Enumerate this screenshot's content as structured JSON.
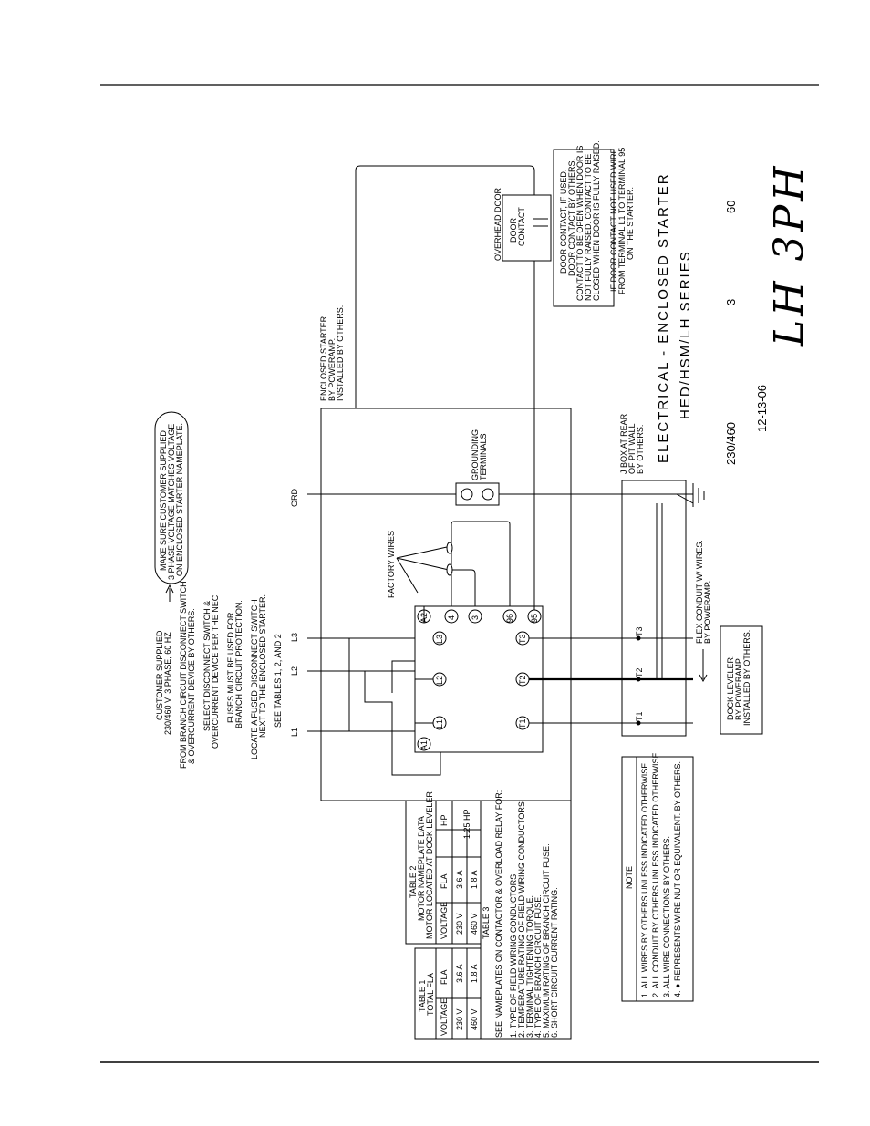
{
  "title_block": {
    "model": "LH 3PH",
    "title": "ELECTRICAL - ENCLOSED STARTER",
    "series": "HED/HSM/LH SERIES",
    "voltage": "230/460",
    "phase": "3",
    "hz": "60",
    "date": "12-13-06"
  },
  "customer_supplied": [
    "CUSTOMER SUPPLIED",
    "230/460 V, 3 PHASE, 60 HZ",
    "FROM BRANCH CIRCUIT DISCONNECT SWITCH",
    "& OVERCURRENT DEVICE BY OTHERS.",
    "SELECT DISCONNECT SWITCH &",
    "OVERCURRENT DEVICE PER THE NEC.",
    "FUSES MUST BE USED FOR",
    "BRANCH CIRCUIT PROTECTION.",
    "LOCATE A FUSED DISCONNECT SWITCH",
    "NEXT TO THE ENCLOSED STARTER.",
    "SEE TABLES 1, 2, AND 2"
  ],
  "voltage_note": [
    "MAKE SURE CUSTOMER SUPPLIED",
    "3 PHASE VOLTAGE MATCHES VOLTAGE",
    "ON ENCLOSED STARTER NAMEPLATE."
  ],
  "enclosed_starter": [
    "ENCLOSED STARTER",
    "BY POWERAMP.",
    "INSTALLED BY OTHERS."
  ],
  "overhead_door": "OVERHEAD DOOR",
  "door_contact": [
    "DOOR",
    "CONTACT"
  ],
  "door_contact_note": [
    "DOOR CONTACT, IF USED.",
    "DOOR CONTACT BY OTHERS.",
    "CONTACT TO BE OPEN WHEN DOOR IS",
    "NOT FULLY RAISED. CONTACT TO BE",
    "CLOSED WHEN DOOR IS FULLY RAISED.",
    "IF DOOR CONTACT NOT USED WIRE",
    "FROM TERMINAL L1 TO TERMINAL 95",
    "ON THE STARTER."
  ],
  "grounding": [
    "GROUNDING",
    "TERMINALS"
  ],
  "grd_label": "GRD",
  "factory_wires": "FACTORY WIRES",
  "jbox": [
    "J BOX AT REAR",
    "OF PIT WALL",
    "BY OTHERS."
  ],
  "flex_conduit": [
    "FLEX CONDUIT W/ WIRES.",
    "BY POWERAMP."
  ],
  "dock_leveler": [
    "DOCK LEVELER.",
    "BY POWERAMP.",
    "INSTALLED BY OTHERS."
  ],
  "line_labels": [
    "L1",
    "L2",
    "L3"
  ],
  "line_terms": [
    "L1",
    "L2",
    "L3"
  ],
  "load_terms": [
    "T1",
    "T2",
    "T3"
  ],
  "motor_terms": [
    "T1",
    "T2",
    "T3"
  ],
  "aux_terms": [
    "A1",
    "A2",
    "4",
    "3",
    "96",
    "95"
  ],
  "table1": {
    "title": [
      "TABLE 1",
      "TOTAL FLA"
    ],
    "headers": [
      "VOLTAGE",
      "FLA"
    ],
    "rows": [
      [
        "230 V",
        "3.6 A"
      ],
      [
        "460 V",
        "1.8 A"
      ]
    ]
  },
  "table2": {
    "title": [
      "TABLE 2",
      "MOTOR NAMEPLATE DATA",
      "MOTOR LOCATED AT DOCK LEVELER"
    ],
    "headers": [
      "VOLTAGE",
      "FLA",
      "HP"
    ],
    "rows": [
      [
        "230 V",
        "3.6 A"
      ],
      [
        "460 V",
        "1.8 A"
      ]
    ],
    "hp": "1.25 HP"
  },
  "table3": {
    "title": "TABLE 3",
    "intro": "SEE NAMEPLATES ON CONTACTOR & OVERLOAD RELAY FOR:",
    "items": [
      "1. TYPE OF FIELD WIRING CONDUCTORS.",
      "2. TEMPERATURE RATING OF FIELD WIRING CONDUCTORS.",
      "3. TERMINAL TIGHTENING TORQUE.",
      "4. TYPE OF BRANCH CIRCUIT FUSE.",
      "5. MAXIMUM RATING OF BRANCH CIRCUIT FUSE.",
      "6. SHORT CIRCUIT CURRENT RATING."
    ]
  },
  "note": {
    "title": "NOTE",
    "items": [
      "1.  ALL WIRES BY OTHERS UNLESS INDICATED OTHERWISE.",
      "2.  ALL CONDUIT BY OTHERS UNLESS INDICATED OTHERWISE.",
      "3.  ALL WIRE CONNECTIONS BY OTHERS.",
      "4.  ● REPRESENTS WIRE NUT OR EQUIVALENT.  BY OTHERS."
    ]
  }
}
